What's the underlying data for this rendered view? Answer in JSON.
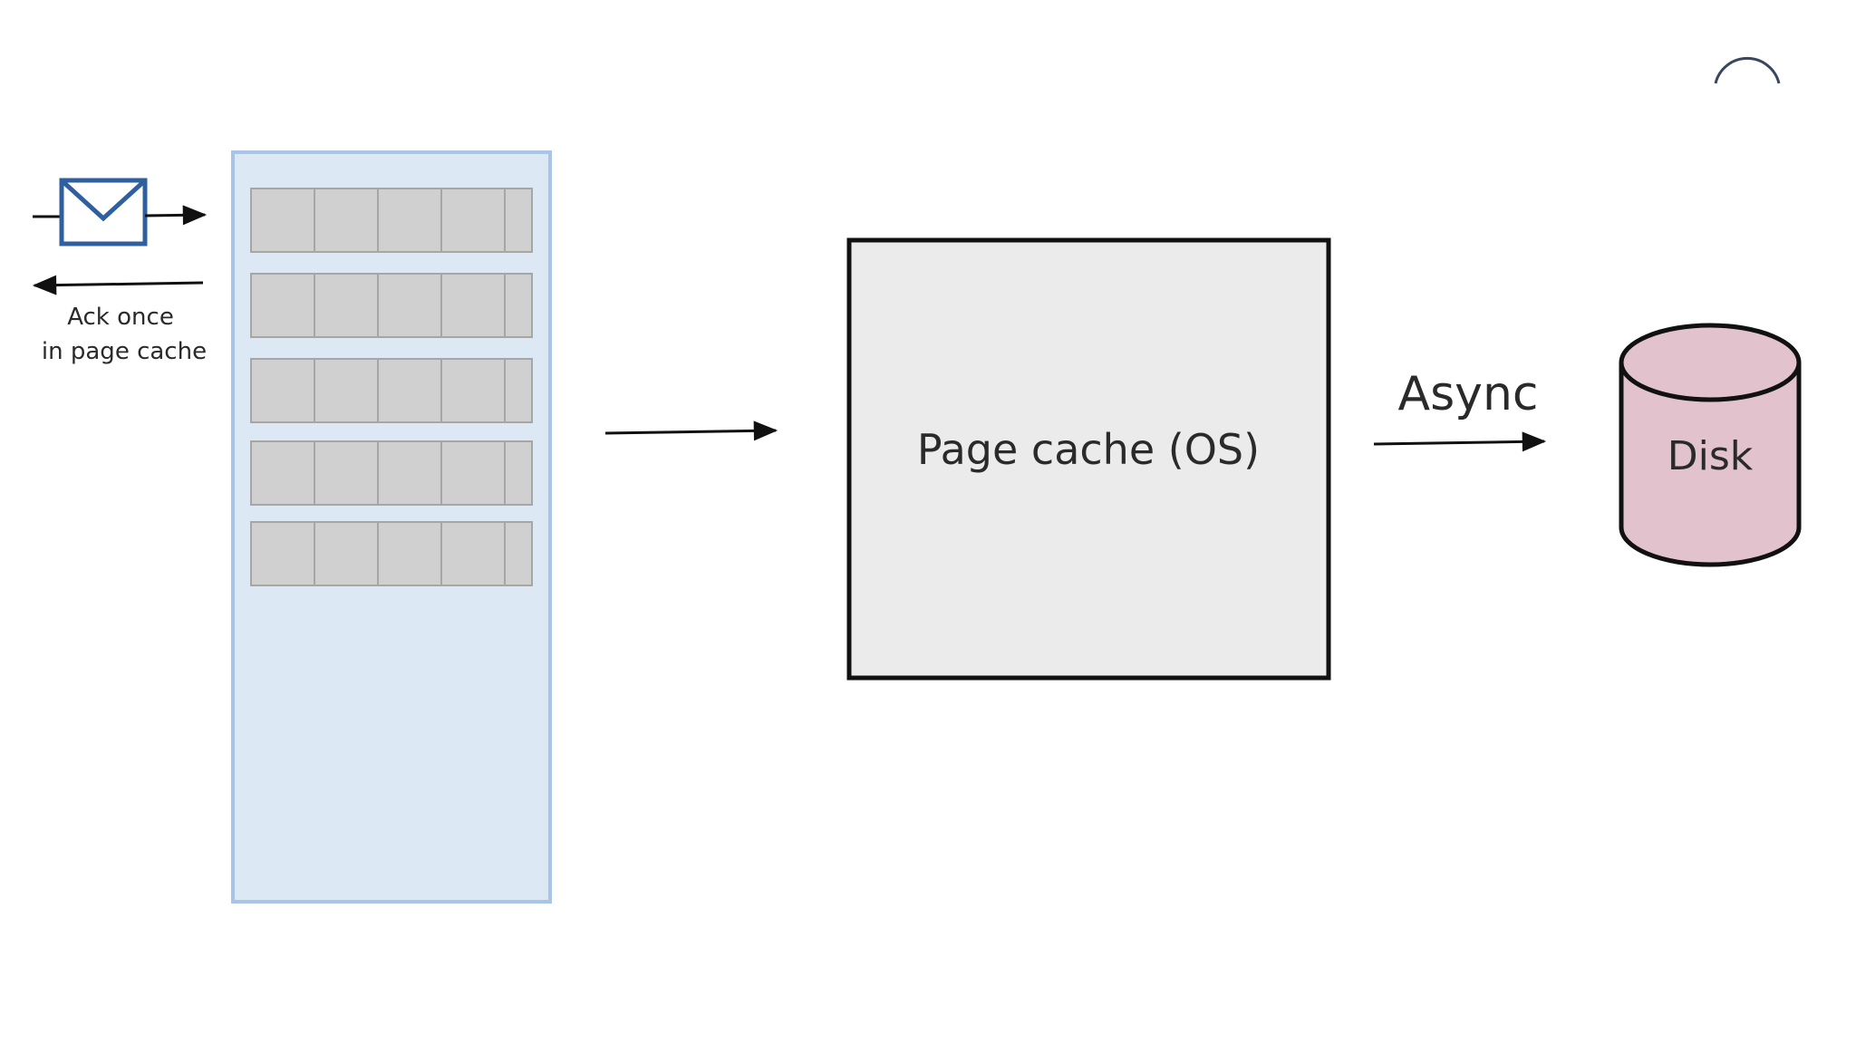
{
  "diagram": {
    "ack_label_line1": "Ack once",
    "ack_label_line2": "in page cache",
    "page_cache_label": "Page cache (OS)",
    "async_label": "Async",
    "disk_label": "Disk",
    "log_rows": 5,
    "cells_per_row": 5
  },
  "colors": {
    "log_panel_fill": "#dde8f5",
    "log_panel_border": "#a8c4e6",
    "cell_fill": "#d0d0d0",
    "cell_border": "#a6a6a6",
    "page_cache_fill": "#ebebeb",
    "disk_fill": "#e2c3cd",
    "envelope": "#2f5f9f",
    "stroke": "#111111"
  },
  "icons": {
    "message": "envelope-icon",
    "storage": "cylinder-disk-icon",
    "top_right": "partial-circle-icon"
  }
}
